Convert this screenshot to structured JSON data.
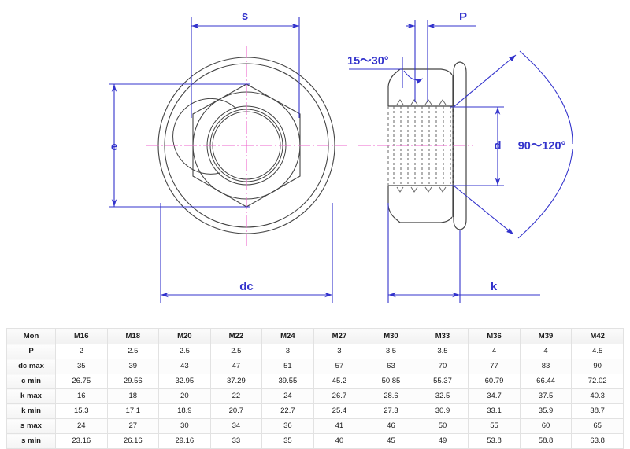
{
  "drawing": {
    "colors": {
      "dimension": "#3333cc",
      "outline": "#444444",
      "centerline": "#ee66cc",
      "thread": "#555555"
    },
    "top_view": {
      "dim_s": "s",
      "dim_e": "e",
      "dim_dc": "dc"
    },
    "section_view": {
      "dim_p": "P",
      "dim_d": "d",
      "dim_k": "k",
      "angle_chamfer": "15〜30°",
      "angle_flange": "90〜120°"
    }
  },
  "table": {
    "columns": [
      "Mon",
      "M16",
      "M18",
      "M20",
      "M22",
      "M24",
      "M27",
      "M30",
      "M33",
      "M36",
      "M39",
      "M42"
    ],
    "rows": [
      {
        "label": "P",
        "values": [
          "2",
          "2.5",
          "2.5",
          "2.5",
          "3",
          "3",
          "3.5",
          "3.5",
          "4",
          "4",
          "4.5"
        ]
      },
      {
        "label": "dc max",
        "values": [
          "35",
          "39",
          "43",
          "47",
          "51",
          "57",
          "63",
          "70",
          "77",
          "83",
          "90"
        ]
      },
      {
        "label": "c min",
        "values": [
          "26.75",
          "29.56",
          "32.95",
          "37.29",
          "39.55",
          "45.2",
          "50.85",
          "55.37",
          "60.79",
          "66.44",
          "72.02"
        ]
      },
      {
        "label": "k max",
        "values": [
          "16",
          "18",
          "20",
          "22",
          "24",
          "26.7",
          "28.6",
          "32.5",
          "34.7",
          "37.5",
          "40.3"
        ]
      },
      {
        "label": "k min",
        "values": [
          "15.3",
          "17.1",
          "18.9",
          "20.7",
          "22.7",
          "25.4",
          "27.3",
          "30.9",
          "33.1",
          "35.9",
          "38.7"
        ]
      },
      {
        "label": "s max",
        "values": [
          "24",
          "27",
          "30",
          "34",
          "36",
          "41",
          "46",
          "50",
          "55",
          "60",
          "65"
        ]
      },
      {
        "label": "s min",
        "values": [
          "23.16",
          "26.16",
          "29.16",
          "33",
          "35",
          "40",
          "45",
          "49",
          "53.8",
          "58.8",
          "63.8"
        ]
      }
    ]
  }
}
